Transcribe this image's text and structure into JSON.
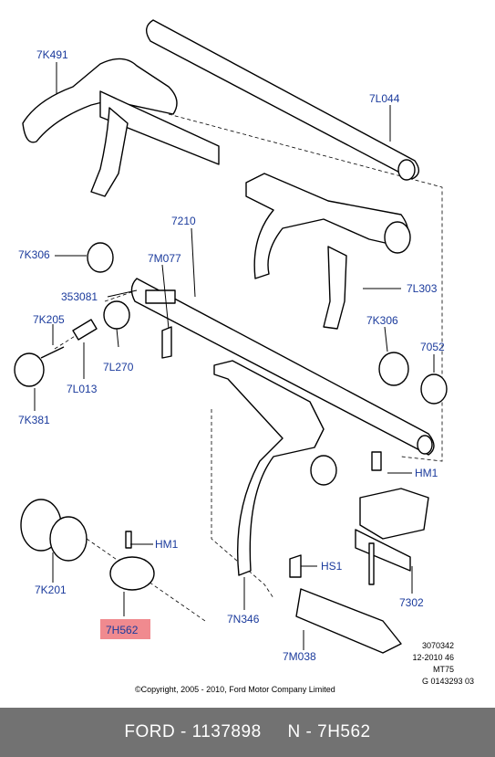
{
  "labels": {
    "p7K491": "7K491",
    "p7L044": "7L044",
    "p7210": "7210",
    "p7K306a": "7K306",
    "p7M077": "7M077",
    "p353081": "353081",
    "p7K205": "7K205",
    "p7L303": "7L303",
    "p7K306b": "7K306",
    "p7052": "7052",
    "p7L270": "7L270",
    "p7L013": "7L013",
    "p7K381": "7K381",
    "pHM1a": "HM1",
    "pHM1b": "HM1",
    "p7K201": "7K201",
    "pHS1": "HS1",
    "p7H562": "7H562",
    "p7N346": "7N346",
    "p7302": "7302",
    "p7M038": "7M038"
  },
  "highlight_color": "#f08a8f",
  "meta": {
    "code1": "3070342",
    "code2": "12-2010 46",
    "code3": "MT75",
    "code4": "G 0143293 03"
  },
  "copyright": "©Copyright, 2005 - 2010, Ford Motor Company Limited",
  "footer": {
    "text": "FORD - 1137898     N - 7H562"
  }
}
